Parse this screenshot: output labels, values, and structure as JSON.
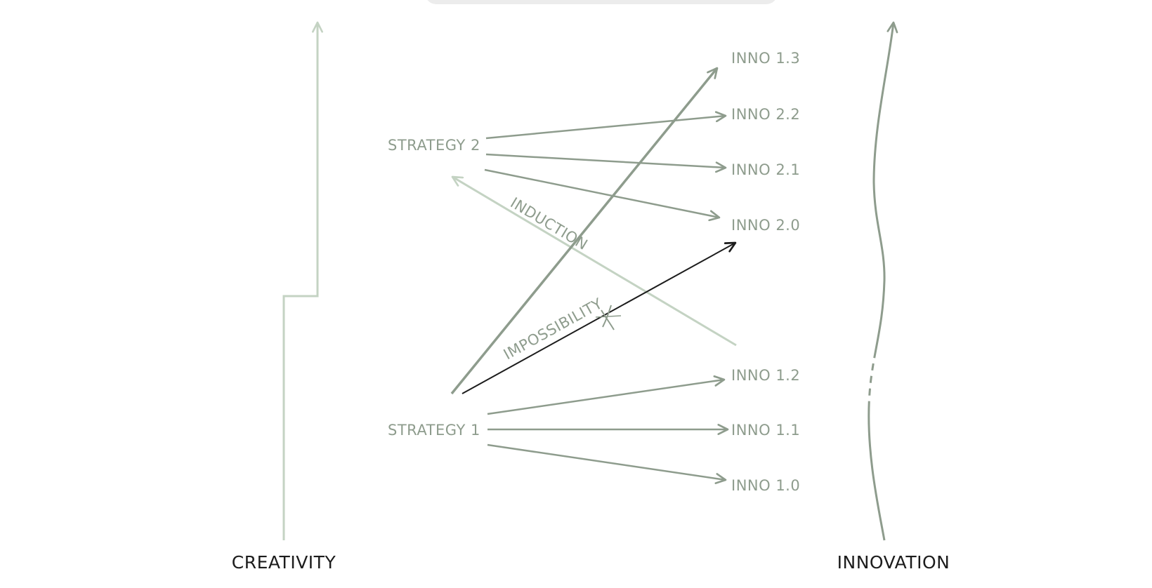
{
  "labels": {
    "strategy_2": "STRATEGY 2",
    "strategy_1": "STRATEGY 1",
    "inno_1_3": "INNO 1.3",
    "inno_2_2": "INNO 2.2",
    "inno_2_1": "INNO 2.1",
    "inno_2_0": "INNO 2.0",
    "inno_1_2": "INNO 1.2",
    "inno_1_1": "INNO 1.1",
    "inno_1_0": "INNO 1.0",
    "induction": "INDUCTION",
    "impossibility": "IMPOSSIBILITY",
    "creativity": "CREATIVITY",
    "innovation": "INNOVATION"
  },
  "colors": {
    "background": "#ffffff",
    "sage_arrow": "#8e9c8d",
    "light_sage_arrow": "#c4d3c3",
    "dark_arrow": "#1c1c1c",
    "label_text": "#8e9c8d",
    "axis_label_text": "#1c1c1c"
  }
}
